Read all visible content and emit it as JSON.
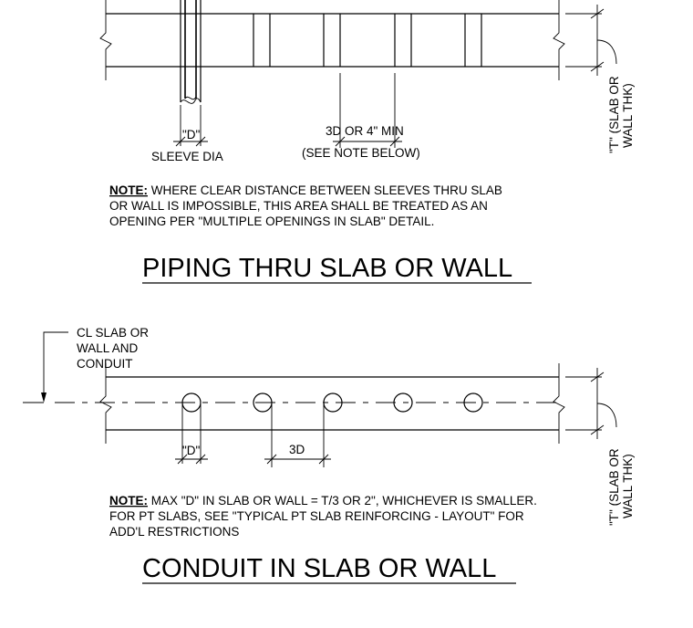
{
  "piping": {
    "title": "PIPING THRU SLAB OR WALL",
    "label_d": "\"D\"",
    "label_sleeve": "SLEEVE DIA",
    "label_spacing_1": "3D OR 4\" MIN",
    "label_spacing_2": "(SEE NOTE BELOW)",
    "label_thk_1": "\"T\" (SLAB OR",
    "label_thk_2": "WALL THK)",
    "note_head": "NOTE:",
    "note_line1": " WHERE CLEAR DISTANCE BETWEEN SLEEVES THRU SLAB",
    "note_line2": "OR WALL IS IMPOSSIBLE, THIS AREA SHALL BE TREATED AS AN",
    "note_line3": "OPENING PER \"MULTIPLE OPENINGS IN SLAB\" DETAIL."
  },
  "conduit": {
    "title": "CONDUIT IN SLAB OR WALL",
    "label_cl_1": "CL SLAB OR",
    "label_cl_2": "WALL AND",
    "label_cl_3": "CONDUIT",
    "label_d": "\"D\"",
    "label_3d": "3D",
    "label_thk_1": "\"T\" (SLAB OR",
    "label_thk_2": "WALL THK)",
    "note_head": "NOTE:",
    "note_line1": " MAX \"D\" IN SLAB OR WALL = T/3 OR 2\", WHICHEVER IS SMALLER.",
    "note_line2": "FOR PT SLABS, SEE \"TYPICAL PT SLAB REINFORCING - LAYOUT\" FOR",
    "note_line3": "ADD'L RESTRICTIONS"
  }
}
